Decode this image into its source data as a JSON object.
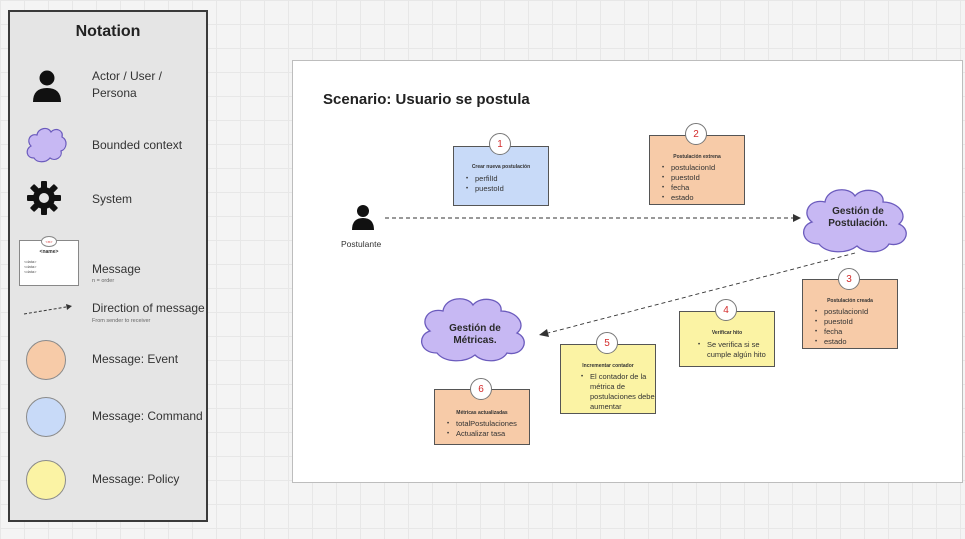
{
  "legend": {
    "title": "Notation",
    "items": [
      {
        "label": "Actor / User / Persona",
        "sub": ""
      },
      {
        "label": "Bounded context",
        "sub": ""
      },
      {
        "label": "System",
        "sub": ""
      },
      {
        "label": "Message",
        "sub": "n = order"
      },
      {
        "label": "Direction of message",
        "sub": "From sender to receiver"
      },
      {
        "label": "Message: Event",
        "sub": "",
        "color": "#f7cba8"
      },
      {
        "label": "Message: Command",
        "sub": "",
        "color": "#c8daf8"
      },
      {
        "label": "Message: Policy",
        "sub": "",
        "color": "#fbf3a4"
      }
    ],
    "message_icon": {
      "n": "<n>",
      "name": "<name>",
      "lines": [
        "<data>",
        "<data>",
        "<data>"
      ]
    }
  },
  "scenario": {
    "title": "Scenario: Usuario se postula",
    "actor": "Postulante",
    "contexts": [
      {
        "name": "Gestión de Postulación."
      },
      {
        "name": "Gestión de Métricas."
      }
    ],
    "messages": [
      {
        "n": "1",
        "kind": "command",
        "title": "Crear nueva postulación",
        "items": [
          "perfilId",
          "puestoId"
        ]
      },
      {
        "n": "2",
        "kind": "event",
        "title": "Postulación extrena",
        "items": [
          "postulacionId",
          "puestoId",
          "fecha",
          "estado"
        ]
      },
      {
        "n": "3",
        "kind": "event",
        "title": "Postulación creada",
        "items": [
          "postulacionId",
          "puestoId",
          "fecha",
          "estado"
        ]
      },
      {
        "n": "4",
        "kind": "policy",
        "title": "Verificar hito",
        "items": [
          "Se verifica si se cumple algún hito"
        ]
      },
      {
        "n": "5",
        "kind": "policy",
        "title": "Incrementar contador",
        "items": [
          "El contador de la métrica de postulaciones debe aumentar"
        ]
      },
      {
        "n": "6",
        "kind": "event",
        "title": "Métricas actualizadas",
        "items": [
          "totalPostulaciones",
          "Actualizar tasa"
        ]
      }
    ]
  },
  "colors": {
    "event": "#f7cba8",
    "command": "#c8daf8",
    "policy": "#fbf3a4",
    "context": "#c7b8f3"
  }
}
